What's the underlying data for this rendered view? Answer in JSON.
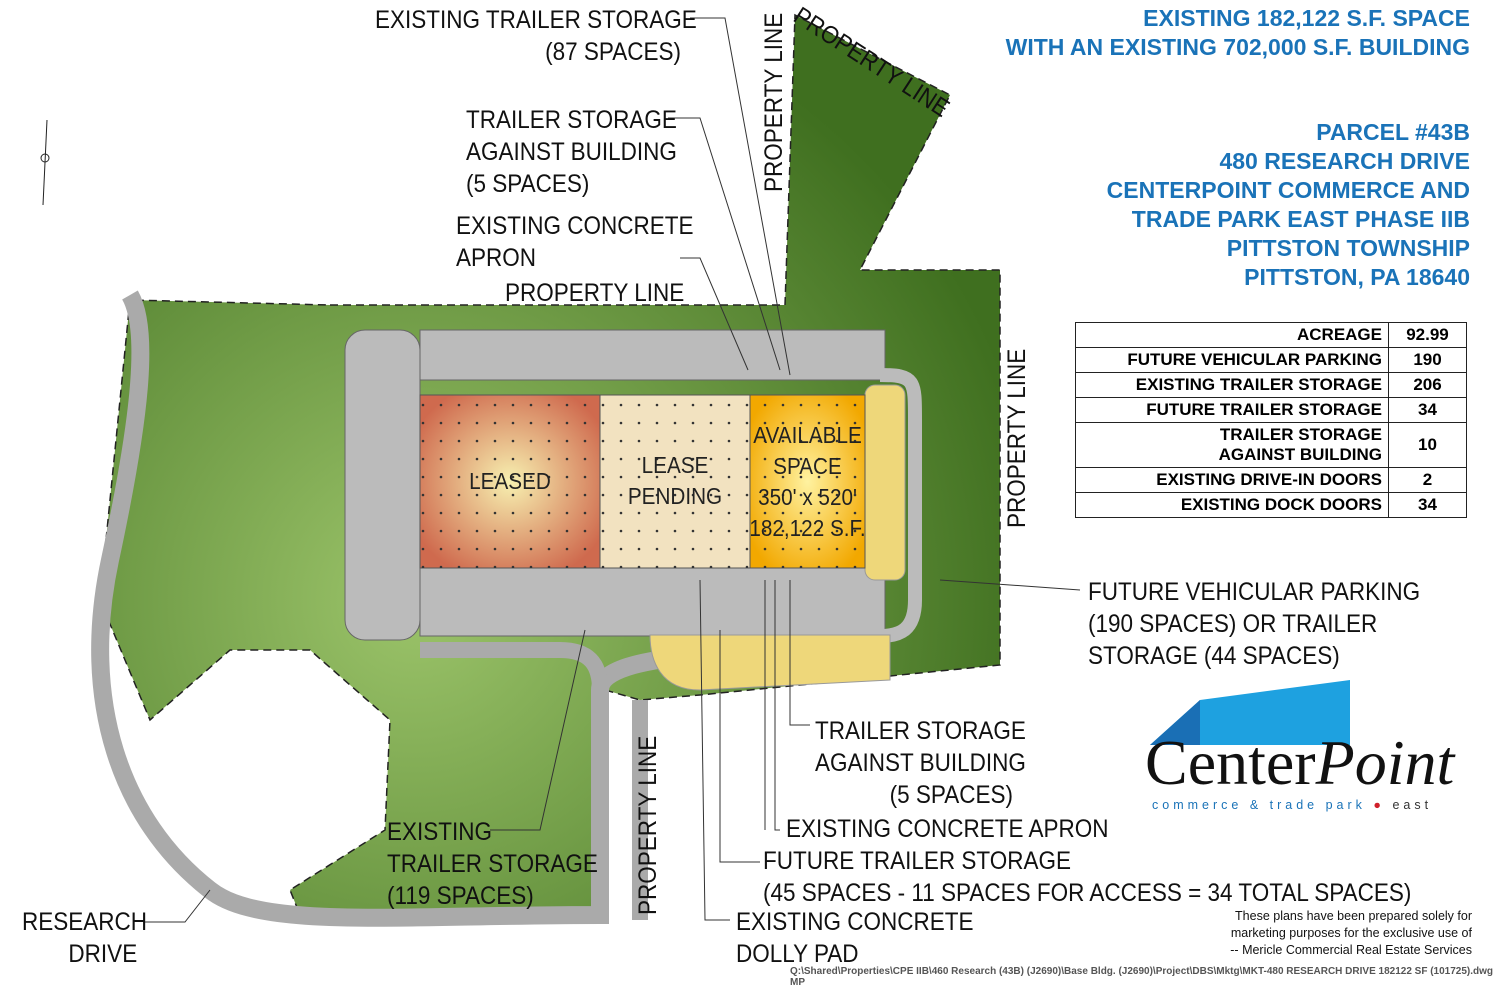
{
  "header": {
    "line1": "EXISTING 182,122 S.F. SPACE",
    "line2": "WITH AN EXISTING 702,000 S.F. BUILDING"
  },
  "address": [
    "PARCEL #43B",
    "480 RESEARCH DRIVE",
    "CENTERPOINT COMMERCE AND",
    "TRADE PARK EAST PHASE IIB",
    "PITTSTON TOWNSHIP",
    "PITTSTON, PA 18640"
  ],
  "stats": [
    {
      "label": "ACREAGE",
      "value": "92.99"
    },
    {
      "label": "FUTURE VEHICULAR PARKING",
      "value": "190"
    },
    {
      "label": "EXISTING TRAILER STORAGE",
      "value": "206"
    },
    {
      "label": "FUTURE TRAILER STORAGE",
      "value": "34"
    },
    {
      "label": "TRAILER STORAGE AGAINST BUILDING",
      "value": "10"
    },
    {
      "label": "EXISTING DRIVE-IN DOORS",
      "value": "2"
    },
    {
      "label": "EXISTING DOCK DOORS",
      "value": "34"
    }
  ],
  "building": {
    "leased": "LEASED",
    "pending1": "LEASE",
    "pending2": "PENDING",
    "avail1": "AVAILABLE",
    "avail2": "SPACE",
    "avail3": "350' x 520'",
    "avail4": "182,122 S.F."
  },
  "callouts": {
    "ets87_1": "EXISTING TRAILER STORAGE",
    "ets87_2": "(87 SPACES)",
    "tsab_top1": "TRAILER STORAGE",
    "tsab_top2": "AGAINST BUILDING",
    "tsab_top3": "(5 SPACES)",
    "eca_top1": "EXISTING CONCRETE",
    "eca_top2": "APRON",
    "pl_top": "PROPERTY LINE",
    "pl_vert_top": "PROPERTY LINE",
    "pl_diag": "PROPERTY LINE",
    "pl_right": "PROPERTY LINE",
    "pl_bottom": "PROPERTY LINE",
    "fvp1": "FUTURE VEHICULAR PARKING",
    "fvp2": "(190 SPACES) OR TRAILER",
    "fvp3": "STORAGE (44 SPACES)",
    "tsab_bot1": "TRAILER STORAGE",
    "tsab_bot2": "AGAINST BUILDING",
    "tsab_bot3": "(5 SPACES)",
    "eca_bot": "EXISTING CONCRETE APRON",
    "fts1": "FUTURE TRAILER STORAGE",
    "fts2": "(45 SPACES - 11 SPACES FOR ACCESS = 34 TOTAL SPACES)",
    "ecdp1": "EXISTING CONCRETE",
    "ecdp2": "DOLLY PAD",
    "ets119_1": "EXISTING",
    "ets119_2": "TRAILER STORAGE",
    "ets119_3": "(119  SPACES)",
    "rd1": "RESEARCH",
    "rd2": "DRIVE"
  },
  "logo": {
    "name1": "Center",
    "name2": "Point",
    "sub1": "commerce & trade park",
    "sub2": "east"
  },
  "note": [
    "These plans have been prepared solely for",
    "marketing purposes for the exclusive use of",
    "-- Mericle Commercial Real Estate Services"
  ],
  "file_path": "Q:\\Shared\\Properties\\CPE IIB\\460 Research (43B) (J2690)\\Base Bldg. (J2690)\\Project\\DBS\\Mktg\\MKT-480 RESEARCH DRIVE 182122 SF (101725).dwg     MP",
  "colors": {
    "green": "#4f7d2a",
    "blue": "#1a73b8",
    "leased": "#d9826a",
    "pending": "#f2e2c0",
    "available": "#f5b400"
  }
}
